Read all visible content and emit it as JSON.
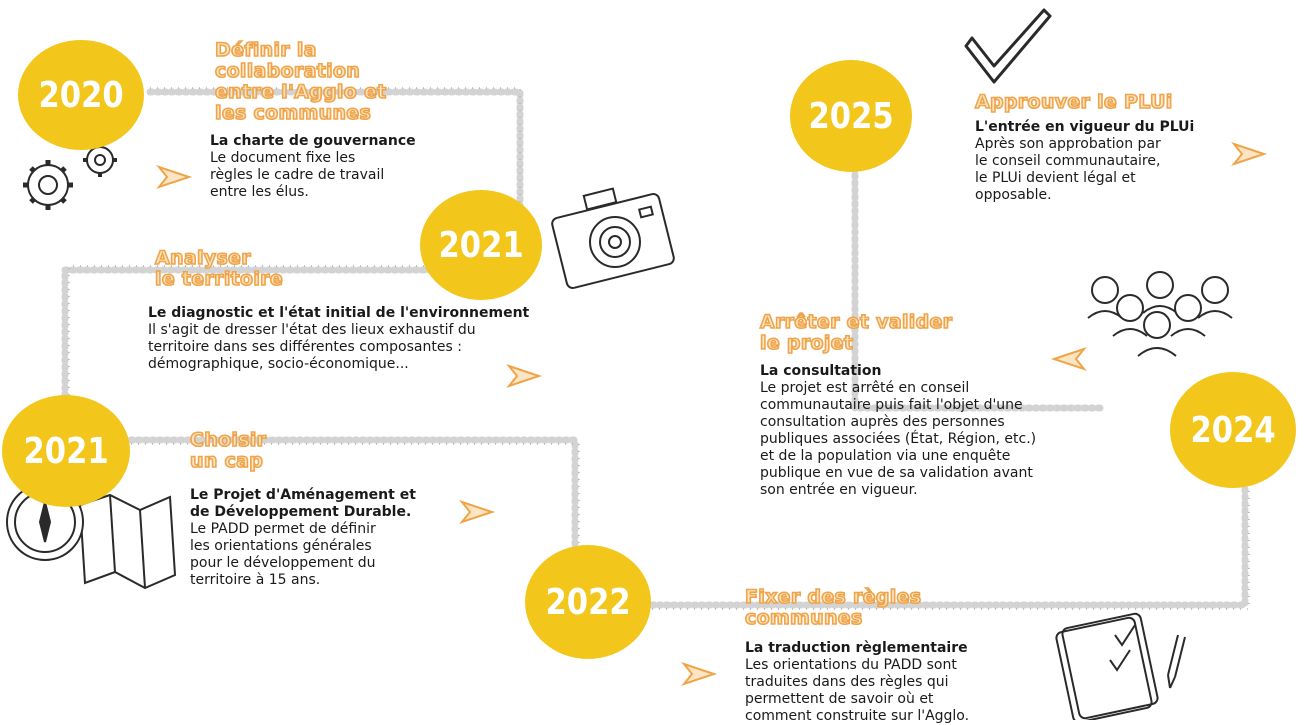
{
  "colors": {
    "accent_yellow": "#f3c61c",
    "title_orange": "#f0a44a",
    "title_fill": "#fbe5c2",
    "path_gray": "#d3d3d3"
  },
  "steps": [
    {
      "year": "2020",
      "title": "Définir la\ncollaboration\nentre l'Agglo et\nles communes",
      "subtitle": "La charte de gouvernance",
      "text": "Le document fixe les\nrègles le cadre de travail\nentre les élus.",
      "icon": "gears-icon"
    },
    {
      "year": "2021",
      "title": "Analyser\nle territoire",
      "subtitle": "Le diagnostic et l'état initial de l'environnement",
      "text": "Il s'agit de dresser l'état des lieux exhaustif du\nterritoire dans ses différentes composantes :\ndémographique, socio-économique...",
      "icon": "camera-icon"
    },
    {
      "year": "2021",
      "title": "Choisir\nun cap",
      "subtitle": "Le Projet d'Aménagement et\nde Développement Durable.",
      "text": "Le PADD permet de définir\nles orientations générales\npour le développement du\nterritoire à 15 ans.",
      "icon": "compass-map-icon"
    },
    {
      "year": "2022",
      "title": "Fixer des règles\ncommunes",
      "subtitle": "La traduction règlementaire",
      "text": "Les orientations du PADD sont\ntraduites dans des règles qui\npermettent de savoir où et\ncomment construite sur l'Agglo.",
      "icon": "notebook-pen-icon"
    },
    {
      "year": "2024",
      "title": "Arrêter et valider\nle projet",
      "subtitle": "La consultation",
      "text": "Le projet est arrêté en conseil\ncommunautaire puis fait l'objet d'une\nconsultation auprès des personnes\npubliques associées (État, Région, etc.)\net de la population via une enquête\npublique en vue de sa validation avant\nson entrée en vigueur.",
      "icon": "people-group-icon"
    },
    {
      "year": "2025",
      "title": "Approuver le PLUi",
      "subtitle": "L'entrée en vigueur du PLUi",
      "text": "Après son approbation par\nle conseil communautaire,\nle PLUi devient légal et\nopposable.",
      "icon": "checkmark-icon"
    }
  ]
}
